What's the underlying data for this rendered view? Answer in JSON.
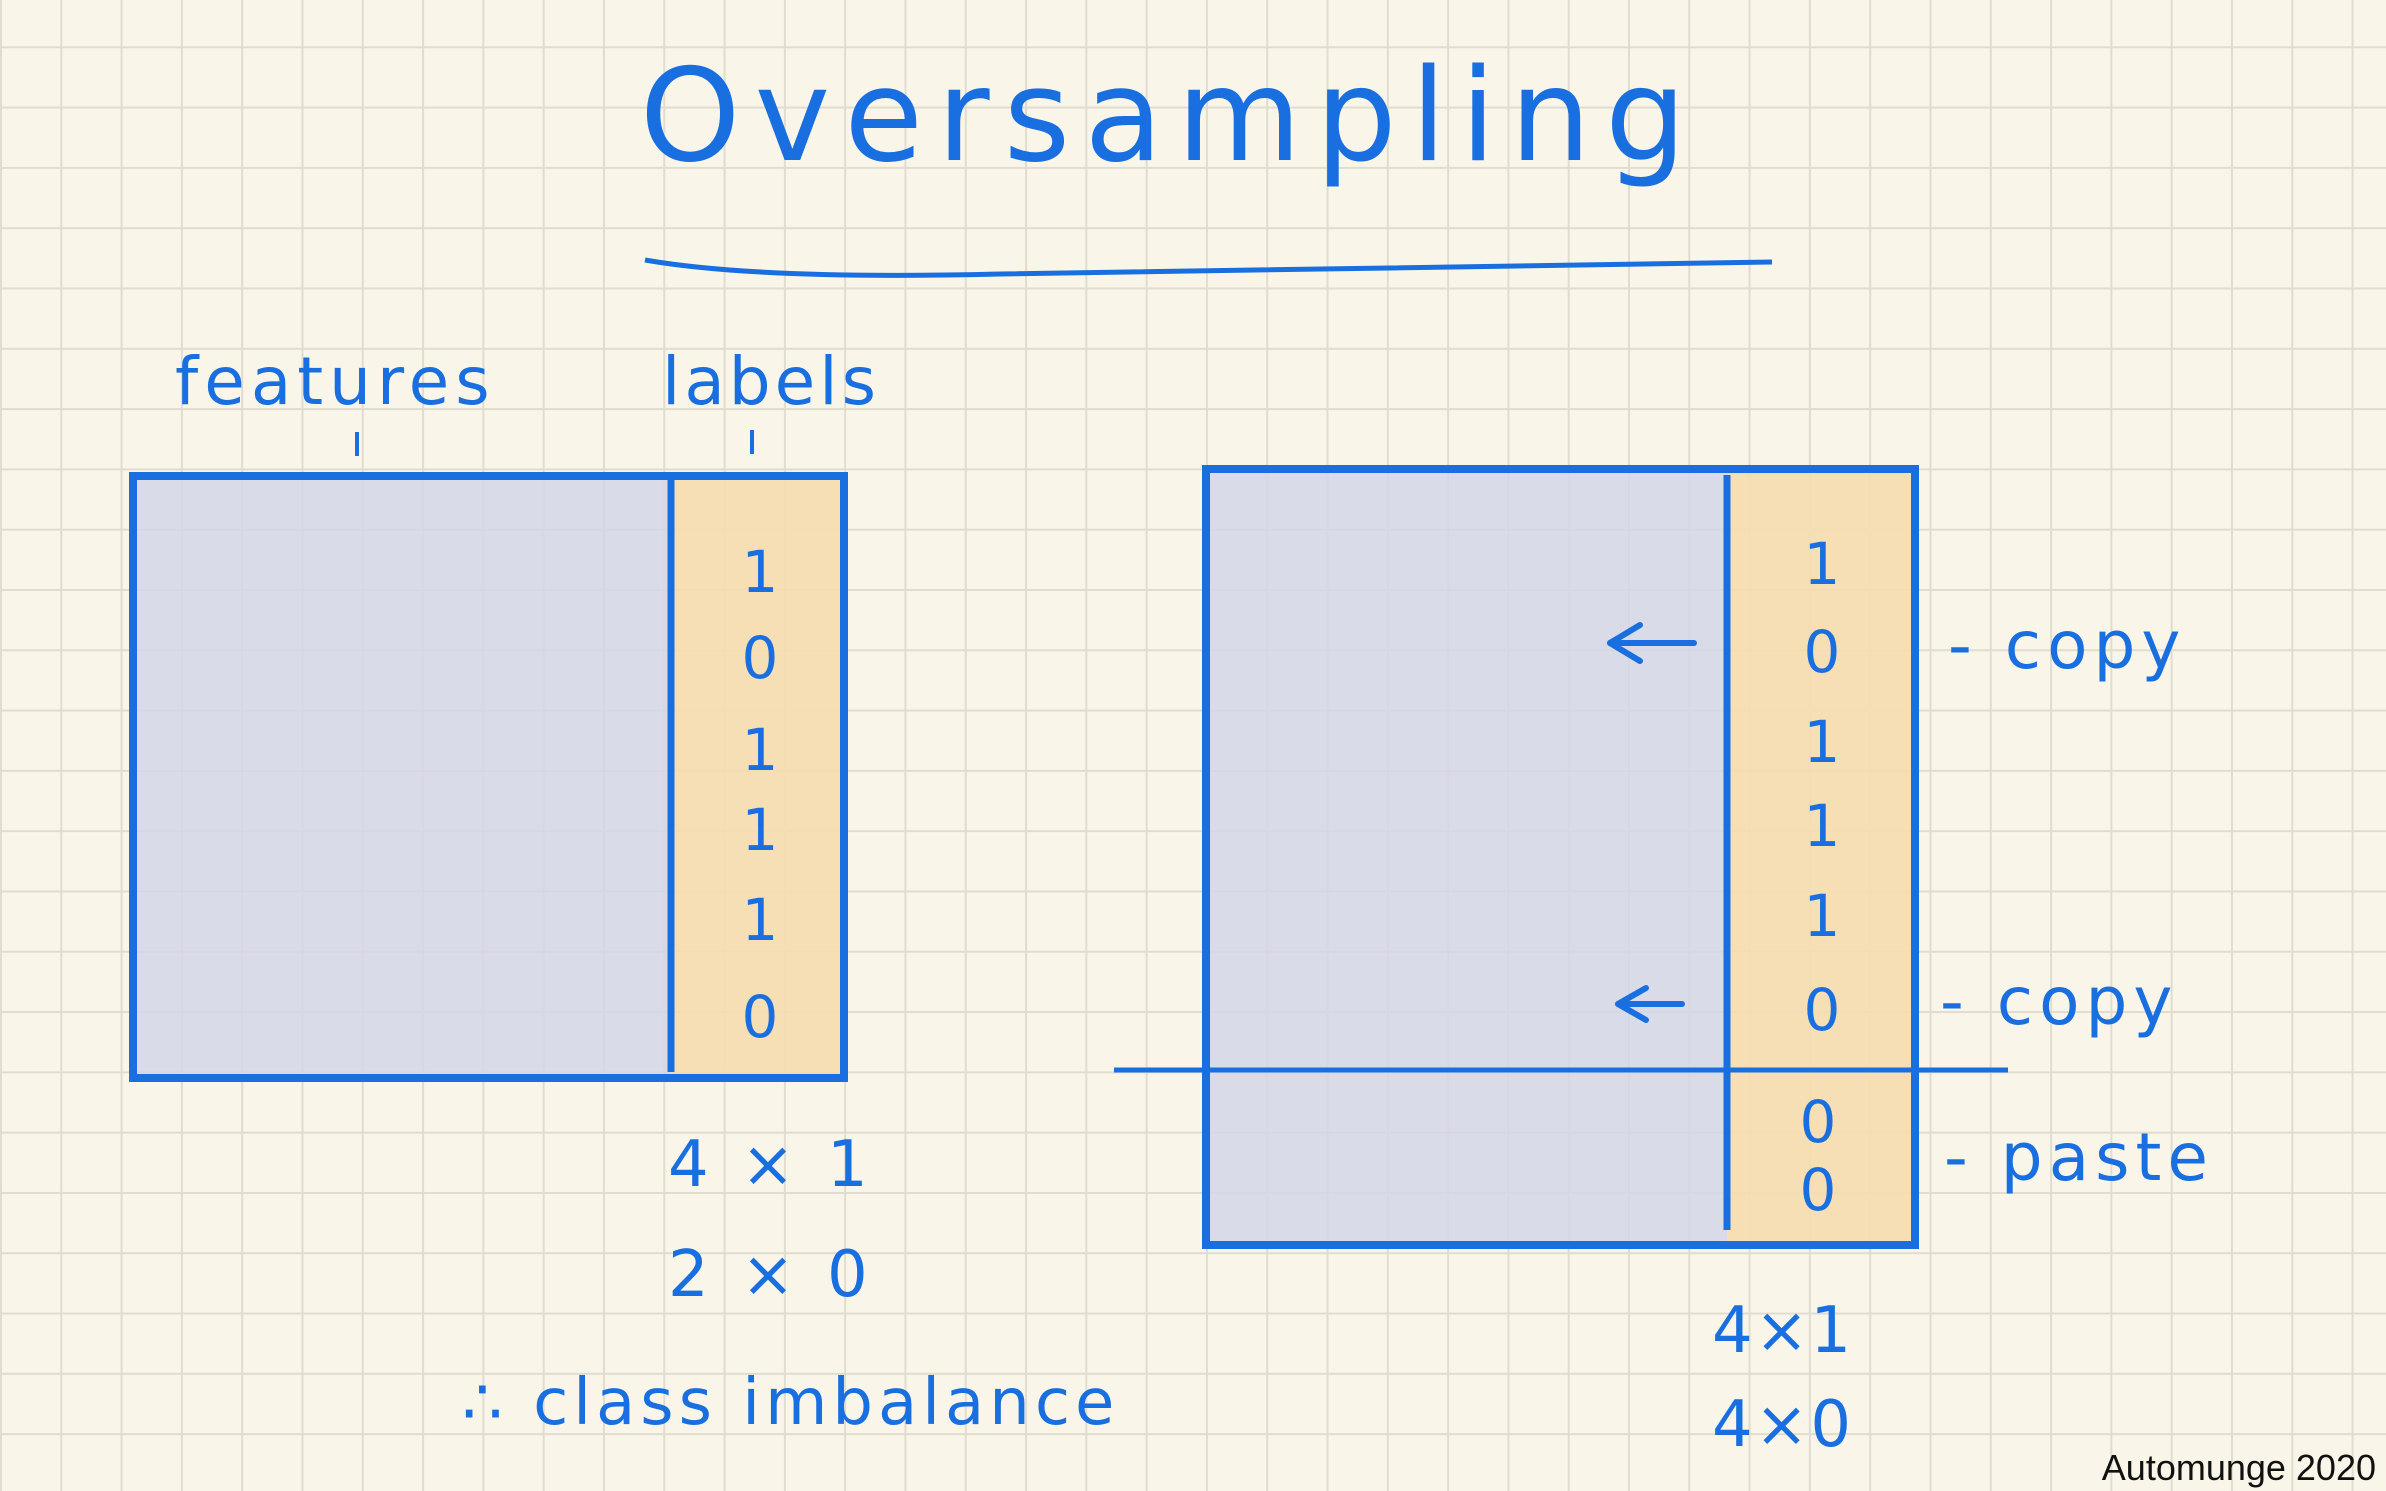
{
  "title": "Oversampling",
  "left_panel": {
    "header_features": "features",
    "header_labels": "labels",
    "label_values": [
      "1",
      "0",
      "1",
      "1",
      "1",
      "0"
    ],
    "counts": [
      "4 × 1",
      "2 × 0"
    ],
    "conclusion": "∴ class imbalance"
  },
  "right_panel": {
    "label_values": [
      "1",
      "0",
      "1",
      "1",
      "1",
      "0"
    ],
    "pasted_values": [
      "0",
      "0"
    ],
    "annotations": {
      "copy_1": "- copy",
      "copy_2": "- copy",
      "paste": "- paste"
    },
    "counts": [
      "4×1",
      "4×0"
    ]
  },
  "credit": "Automunge 2020",
  "colors": {
    "ink": "#1a6fe0",
    "features_fill": "#d5d6e8",
    "labels_fill": "#f5dcaf",
    "paper": "#f9f6e9",
    "grid": "#e0ddd0"
  }
}
